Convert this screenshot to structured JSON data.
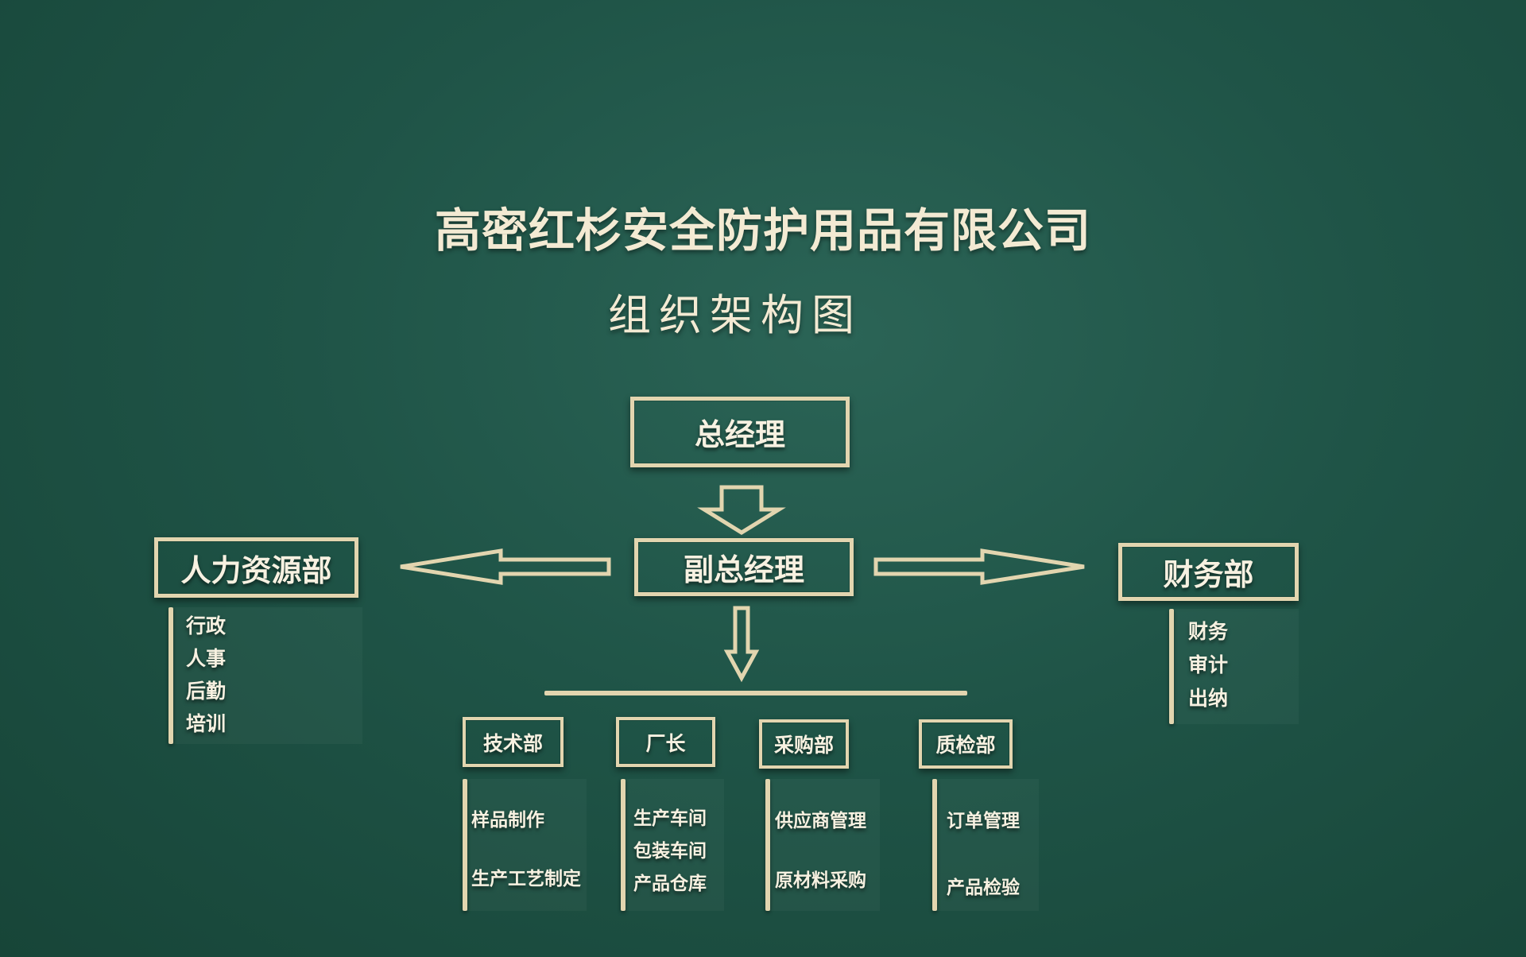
{
  "title": "高密红杉安全防护用品有限公司",
  "subtitle": "组织架构图",
  "nodes": {
    "gm": "总经理",
    "deputy": "副总经理",
    "hr": "人力资源部",
    "finance": "财务部",
    "tech": "技术部",
    "factory": "厂长",
    "purchase": "采购部",
    "qc": "质检部"
  },
  "duties": {
    "hr": [
      "行政",
      "人事",
      "后勤",
      "培训"
    ],
    "finance": [
      "财务",
      "审计",
      "出纳"
    ],
    "tech": [
      "样品制作",
      "生产工艺制定"
    ],
    "factory": [
      "生产车间",
      "包装车间",
      "产品仓库"
    ],
    "purchase": [
      "供应商管理",
      "原材料采购"
    ],
    "qc": [
      "订单管理",
      "产品检验"
    ]
  },
  "colors": {
    "background": "#1f5447",
    "line": "#e2d5af",
    "text": "#f7f1e1"
  }
}
